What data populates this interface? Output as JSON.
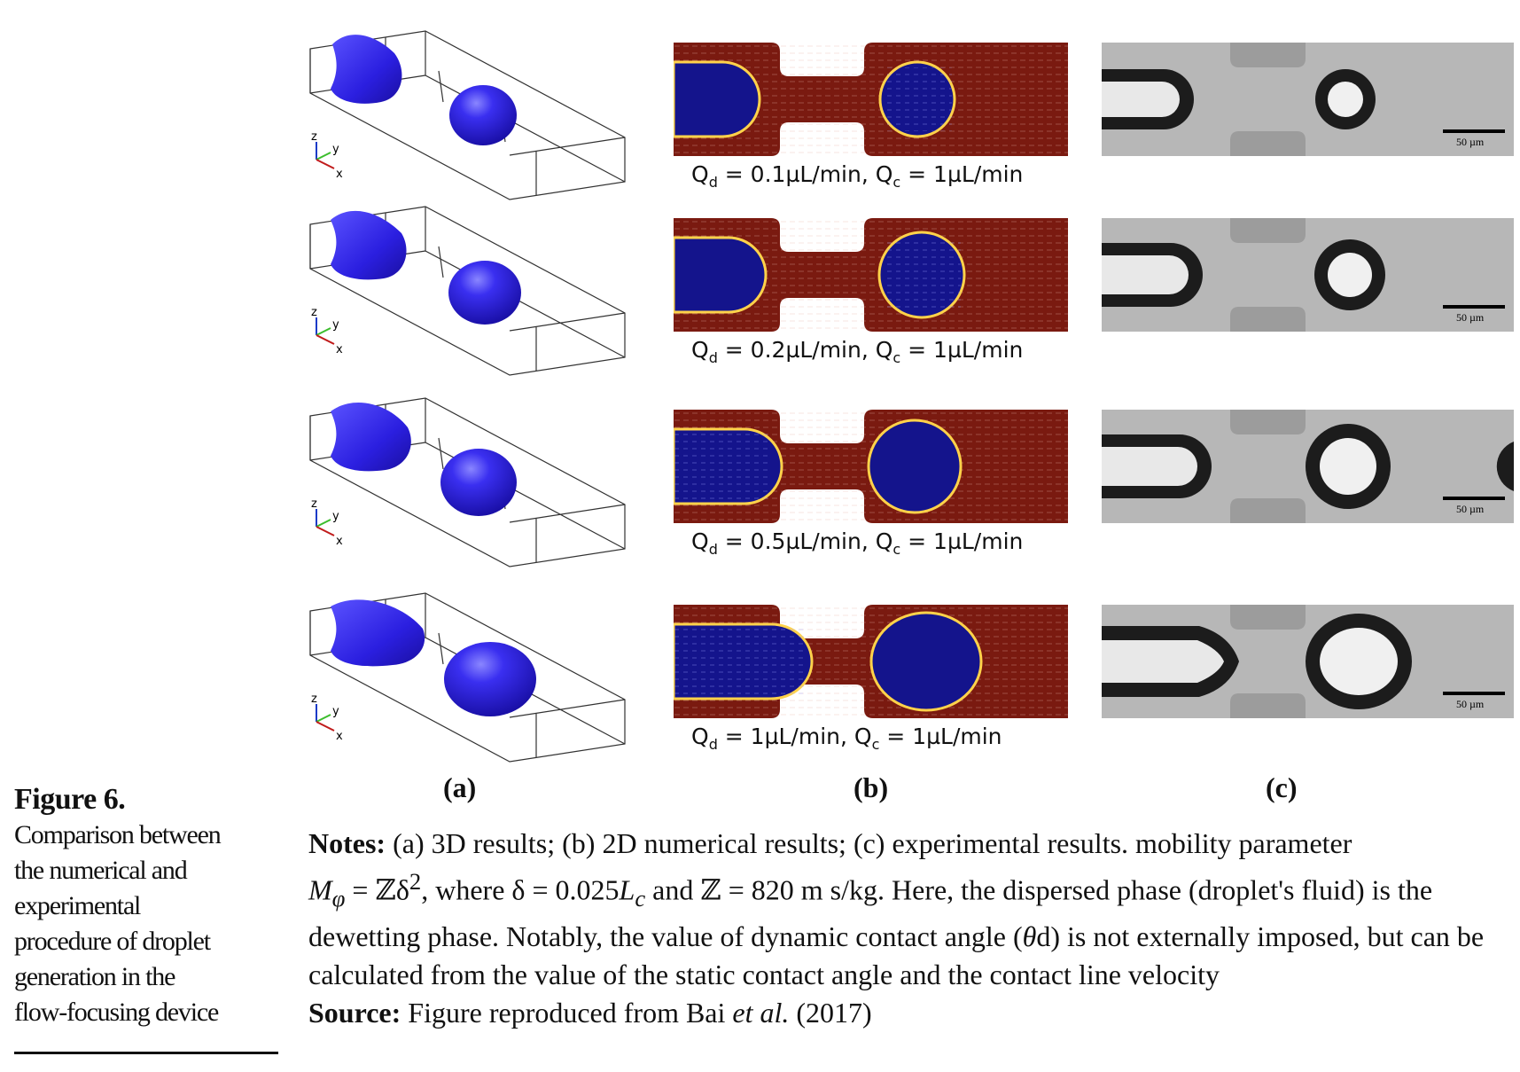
{
  "figure": {
    "title": "Figure 6.",
    "description": "Comparison between\nthe numerical and\nexperimental\nprocedure of droplet\ngeneration in the\nflow-focusing device"
  },
  "panels": {
    "a_label": "(a)",
    "b_label": "(b)",
    "c_label": "(c)"
  },
  "axis_triad": {
    "z": "z",
    "y": "y",
    "x": "x"
  },
  "scale_bar_text": "50 µm",
  "rows": [
    {
      "qd_value": " = 0.1µL/min, Q",
      "qc_value": " = 1µL/min",
      "qd_sub": "d",
      "qc_sub": "c",
      "q": "Q"
    },
    {
      "qd_value": " = 0.2µL/min, Q",
      "qc_value": " = 1µL/min",
      "qd_sub": "d",
      "qc_sub": "c",
      "q": "Q"
    },
    {
      "qd_value": " = 0.5µL/min, Q",
      "qc_value": " = 1µL/min",
      "qd_sub": "d",
      "qc_sub": "c",
      "q": "Q"
    },
    {
      "qd_value": " = 1µL/min, Q",
      "qc_value": " = 1µL/min",
      "qd_sub": "d",
      "qc_sub": "c",
      "q": "Q"
    }
  ],
  "notes": {
    "label": "Notes:",
    "part1": " (a) 3D results; (b) 2D numerical results; (c) experimental results. mobility parameter",
    "formula": "M",
    "formula_sub": "φ",
    "formula_rest": " = ℤδ",
    "formula_sup": "2",
    "part2": ", where δ = 0.025",
    "lc": "L",
    "lc_sub": "c",
    "part3": " and ",
    "z_sym": "ℤ",
    "part4": " = 820 m s/kg. Here, the dispersed phase (droplet's fluid) is the dewetting phase. Notably, the value of dynamic contact angle (",
    "theta": "θ",
    "part5": "d) is not externally imposed, but can be calculated from the value of the static contact angle and the contact line velocity",
    "source_label": "Source:",
    "source_text": " Figure reproduced from Bai ",
    "source_etal": "et al.",
    "source_year": " (2017)"
  },
  "colors": {
    "droplet_blue": "#2a1fd8",
    "field_red": "#7a1a10",
    "field_blue": "#14148c",
    "experiment_gray": "#b7b7b7"
  }
}
